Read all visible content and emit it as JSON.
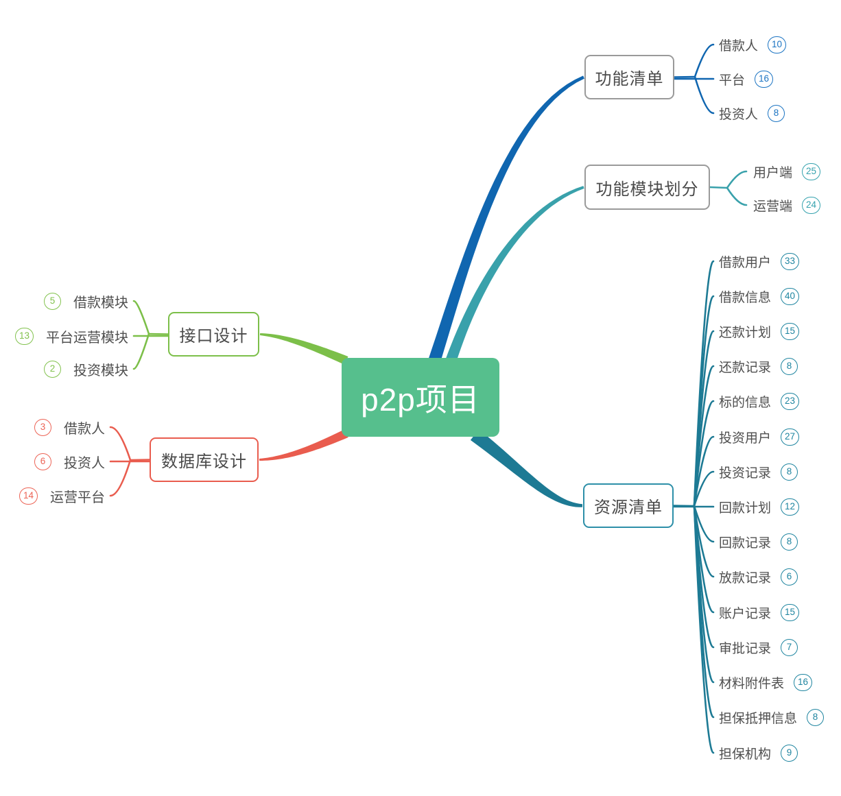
{
  "root": {
    "label": "p2p项目",
    "bg": "#56bf8d"
  },
  "branches": [
    {
      "label": "功能清单",
      "color": "#1066b0",
      "accent": "#1a73c2",
      "node_border": "#9a9a9a",
      "children": [
        {
          "label": "借款人",
          "count": "10"
        },
        {
          "label": "平台",
          "count": "16"
        },
        {
          "label": "投资人",
          "count": "8"
        }
      ]
    },
    {
      "label": "功能模块划分",
      "color": "#39a1ab",
      "accent": "#35a2ae",
      "node_border": "#9a9a9a",
      "children": [
        {
          "label": "用户端",
          "count": "25"
        },
        {
          "label": "运营端",
          "count": "24"
        }
      ]
    },
    {
      "label": "资源清单",
      "color": "#1d7a94",
      "accent": "#1f85a0",
      "node_border": "#2d8fa8",
      "children": [
        {
          "label": "借款用户",
          "count": "33"
        },
        {
          "label": "借款信息",
          "count": "40"
        },
        {
          "label": "还款计划",
          "count": "15"
        },
        {
          "label": "还款记录",
          "count": "8"
        },
        {
          "label": "标的信息",
          "count": "23"
        },
        {
          "label": "投资用户",
          "count": "27"
        },
        {
          "label": "投资记录",
          "count": "8"
        },
        {
          "label": "回款计划",
          "count": "12"
        },
        {
          "label": "回款记录",
          "count": "8"
        },
        {
          "label": "放款记录",
          "count": "6"
        },
        {
          "label": "账户记录",
          "count": "15"
        },
        {
          "label": "审批记录",
          "count": "7"
        },
        {
          "label": "材料附件表",
          "count": "16"
        },
        {
          "label": "担保抵押信息",
          "count": "8"
        },
        {
          "label": "担保机构",
          "count": "9"
        }
      ]
    },
    {
      "label": "接口设计",
      "color": "#7cbf49",
      "accent": "#82c24e",
      "node_border": "#7cbf49",
      "children": [
        {
          "label": "借款模块",
          "count": "5"
        },
        {
          "label": "平台运营模块",
          "count": "13"
        },
        {
          "label": "投资模块",
          "count": "2"
        }
      ]
    },
    {
      "label": "数据库设计",
      "color": "#e95c4e",
      "accent": "#ec6355",
      "node_border": "#e95c4e",
      "children": [
        {
          "label": "借款人",
          "count": "3"
        },
        {
          "label": "投资人",
          "count": "6"
        },
        {
          "label": "运营平台",
          "count": "14"
        }
      ]
    }
  ]
}
